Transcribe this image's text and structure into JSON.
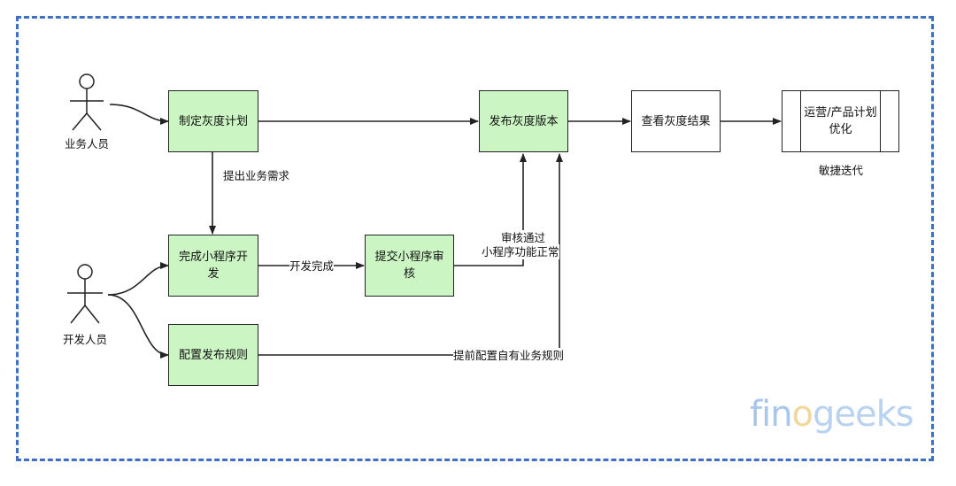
{
  "actors": {
    "business": "业务人员",
    "developer": "开发人员"
  },
  "nodes": {
    "plan": "制定灰度计划",
    "release": "发布灰度版本",
    "check": "查看灰度结果",
    "operate": "运营/产品计划优化",
    "complete": "完成小程序开发",
    "submit": "提交小程序审核",
    "config": "配置发布规则"
  },
  "edge_labels": {
    "requirement": "提出业务需求",
    "dev_done": "开发完成",
    "review_pass": "审核通过",
    "func_ok": "小程序功能正常",
    "preconfig": "提前配置自有业务规则"
  },
  "caption": "敏捷迭代",
  "logo": {
    "part1": "fin",
    "part2": "o",
    "part3": "geeks"
  },
  "colors": {
    "node_fill": "#ccf5c4",
    "frame_border": "#3d6fc4",
    "stroke": "#222222"
  }
}
